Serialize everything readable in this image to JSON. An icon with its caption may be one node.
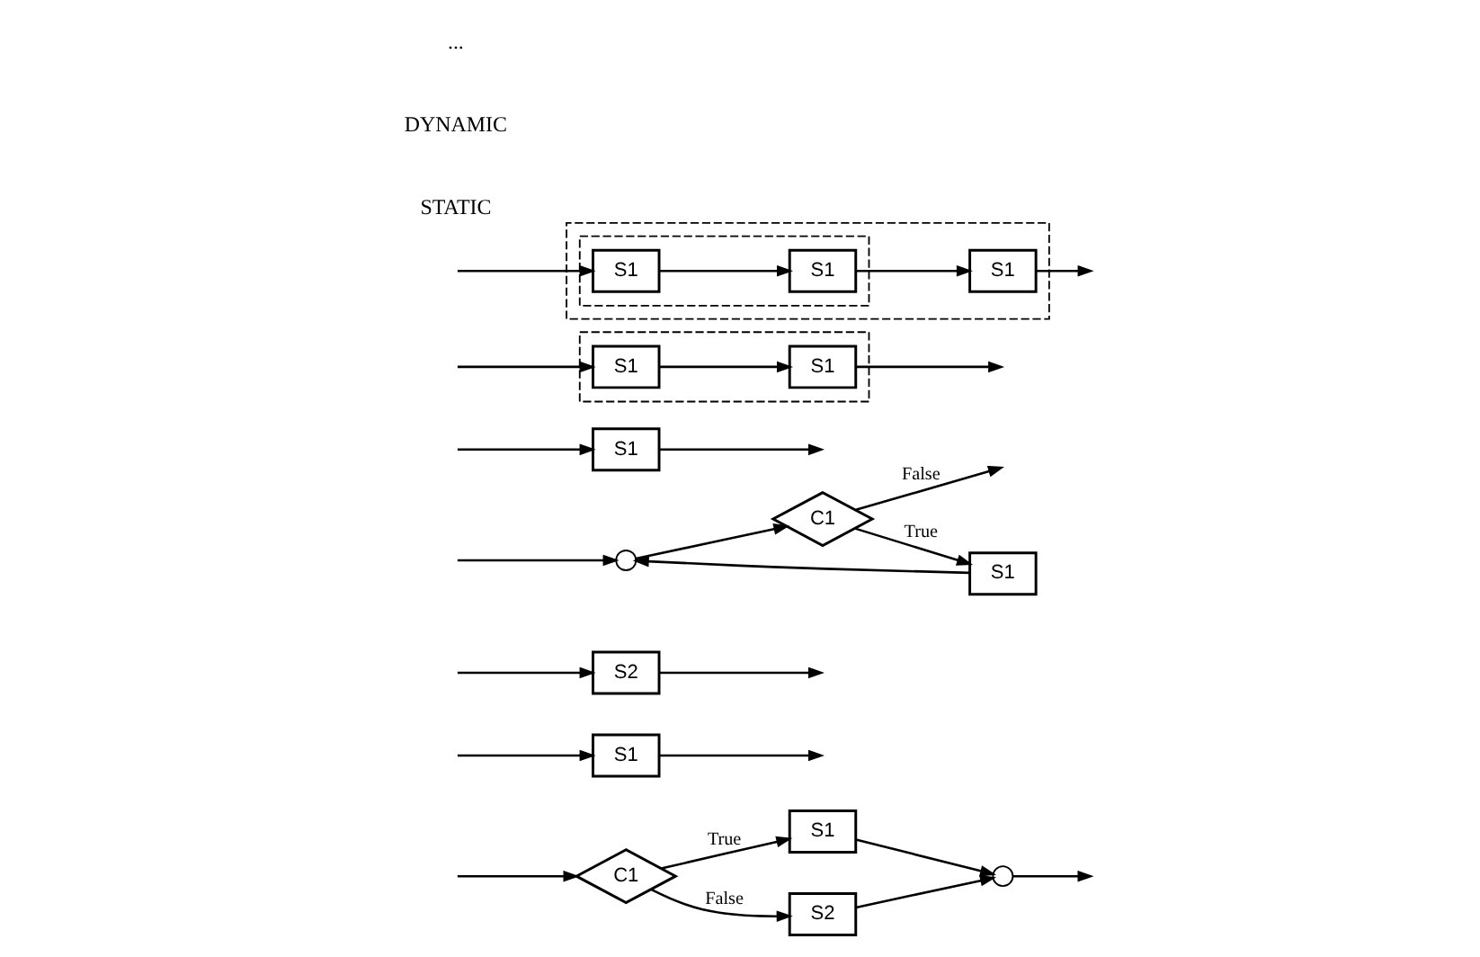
{
  "diagram": {
    "nodes": [
      {
        "text": [
          "C1"
        ]
      },
      {
        "text": [
          "S1"
        ]
      },
      {
        "text": [
          "S2"
        ]
      },
      {
        "text": [],
        "shape": "circle"
      },
      {
        "text": [
          "S1"
        ]
      },
      {
        "text": [
          "S2"
        ]
      },
      {
        "text": [],
        "shape": "circle"
      },
      {
        "text": [
          "C1"
        ]
      },
      {
        "text": [
          "S1"
        ]
      },
      {
        "text": [
          "S1"
        ]
      },
      {
        "text": [],
        "shape": "box"
      },
      {
        "text": [
          "S1"
        ],
        "in": 10
      },
      {
        "text": [
          "S1"
        ],
        "in": 10
      },
      {
        "text": [],
        "shape": "box"
      },
      {
        "text": [],
        "shape": "box",
        "in": 13
      },
      {
        "text": [
          "S1"
        ],
        "in": 14
      },
      {
        "text": [
          "S1"
        ],
        "in": 14
      },
      {
        "text": [
          "S1"
        ],
        "in": 13
      }
    ],
    "edges": [
      {
        "from": null,
        "to": 0,
        "arrow": "to"
      },
      {
        "from": 0,
        "to": 1,
        "arrow": "to",
        "label": "True"
      },
      {
        "from": 0,
        "to": 2,
        "arrow": "to",
        "label": "False"
      },
      {
        "from": 1,
        "to": 3,
        "arrow": "to"
      },
      {
        "from": 2,
        "to": 3,
        "arrow": "to"
      },
      {
        "from": 3,
        "to": null,
        "arrow": "to"
      },
      {
        "from": 4,
        "to": null,
        "arrow": "to"
      },
      {
        "from": null,
        "to": 4,
        "arrow": "to"
      },
      {
        "from": 5,
        "to": null,
        "arrow": "to"
      },
      {
        "from": null,
        "to": 5,
        "arrow": "to"
      },
      {
        "from": null,
        "to": 6,
        "arrow": "to"
      },
      {
        "from": 6,
        "to": 7,
        "arrow": "to"
      },
      {
        "from": 7,
        "to": 8,
        "arrow": "to",
        "label": "True"
      },
      {
        "from": 8,
        "to": 6,
        "arrow": "to"
      },
      {
        "from": 7,
        "to": null,
        "arrow": "to",
        "label": "False"
      },
      {
        "from": 9,
        "to": null,
        "arrow": "to"
      },
      {
        "from": null,
        "to": 9,
        "arrow": "to"
      },
      {
        "from": null,
        "to": 11,
        "arrow": "to"
      },
      {
        "from": 11,
        "to": 12,
        "arrow": "to"
      },
      {
        "from": 12,
        "to": null,
        "arrow": "to"
      },
      {
        "from": null,
        "to": 15,
        "arrow": "to"
      },
      {
        "from": 15,
        "to": 16,
        "arrow": "to"
      },
      {
        "from": 16,
        "to": 17,
        "arrow": "to"
      },
      {
        "from": 17,
        "to": null,
        "arrow": "to"
      }
    ],
    "labels": [
      "STATIC",
      "DYNAMIC",
      "..."
    ]
  }
}
